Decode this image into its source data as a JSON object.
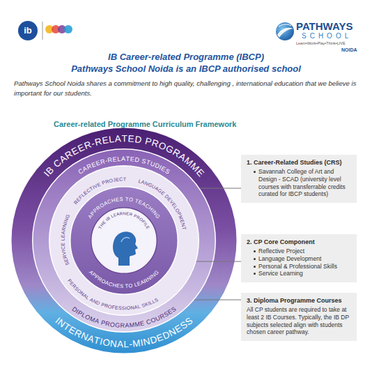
{
  "diagram": {
    "title": "IB Career-related Programme (IBCP)",
    "nodes": [
      {
        "text": [
          "IB CAREER-RELATED PROGRAMME",
          "INTERNATIONAL-MINDEDNESS"
        ]
      },
      {
        "text": [
          "CAREER-RELATED STUDIES",
          "DIPLOMA PROGRAMME COURSES"
        ],
        "in": 0
      },
      {
        "text": [
          "SERVICE LEARNING",
          "REFLECTIVE PROJECT",
          "LANGUAGE DEVELOPMENT",
          "PERSONAL AND PROFESSIONAL SKILLS"
        ],
        "in": 1
      },
      {
        "text": [
          "APPROACHES TO TEACHING",
          "APPROACHES TO LEARNING"
        ],
        "in": 2
      },
      {
        "text": [
          "THE IB LEARNER PROFILE"
        ],
        "in": 3
      },
      {
        "text": [
          "1. Career-Related Studies (CRS)",
          "Savannah College of Art and Design - SCAD (university level courses with transferrable credits curated for IBCP students)"
        ]
      },
      {
        "text": [
          "2. CP Core Component",
          "Reflective Project",
          "Language Development",
          "Personal & Professional Skills",
          "Service Learning"
        ]
      },
      {
        "text": [
          "3. Diploma Programme Courses",
          "All CP students are required to take at least 2 IB Courses. Typically, the IB DP subjects selected align with students chosen career pathway."
        ]
      }
    ],
    "edges": [
      {
        "from": 1,
        "to": 5,
        "arrow": "none"
      },
      {
        "from": 2,
        "to": 6,
        "arrow": "none"
      },
      {
        "from": 1,
        "to": 7,
        "arrow": "none"
      }
    ],
    "labels": [
      "Pathways School Noida is an IBCP authorised school",
      "Pathways School Noida shares a commitment to high quality, challenging , international education that we believe is important for our students.",
      "Career-related Programme Curriculum Framework",
      "ib",
      "PATHWAYS",
      "SCHOOL",
      "Learn•Work•Play•Think•LIVE",
      "NOIDA"
    ]
  }
}
